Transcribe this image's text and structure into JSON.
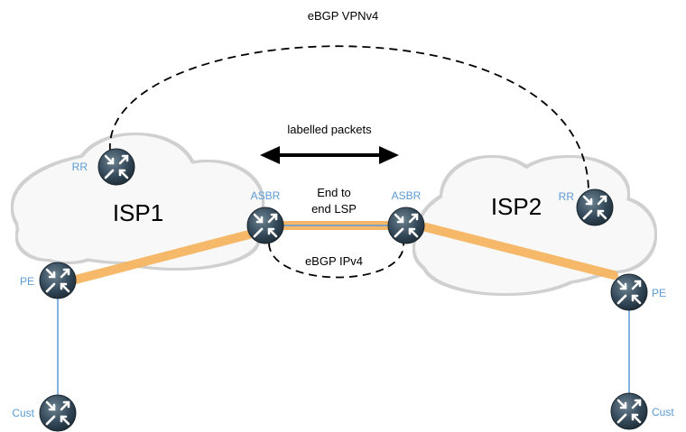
{
  "top_label": "eBGP VPNv4",
  "arrow_label": "labelled packets",
  "lsp_label": [
    "End to",
    "end LSP"
  ],
  "asbr_session_label": "eBGP IPv4",
  "clouds": [
    {
      "name": "ISP1"
    },
    {
      "name": "ISP2"
    }
  ],
  "devices": {
    "rr1": "RR",
    "asbr1": "ASBR",
    "pe1": "PE",
    "cust1": "Cust",
    "rr2": "RR",
    "asbr2": "ASBR",
    "pe2": "PE",
    "cust2": "Cust"
  },
  "colors": {
    "lsp": "#f5b461",
    "link": "#5b9bd5",
    "router": "#2f4450",
    "label": "#5b9bd5"
  }
}
